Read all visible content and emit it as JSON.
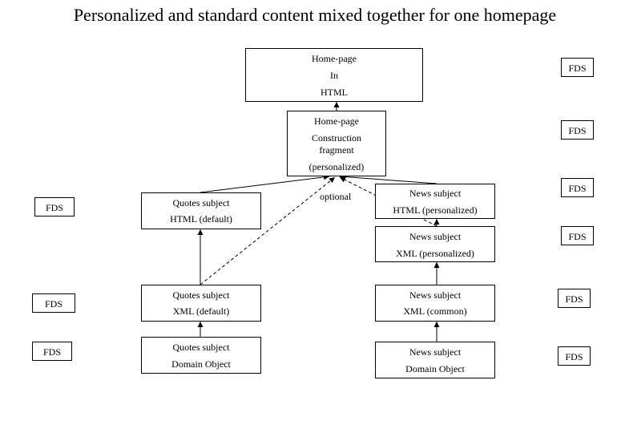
{
  "title": "Personalized and standard content mixed together for one homepage",
  "boxes": {
    "homepage_html": [
      "Home-page",
      "In",
      "HTML"
    ],
    "construction_fragment": [
      "Home-page",
      "Construction",
      "fragment",
      "(personalized)"
    ],
    "quotes_html": [
      "Quotes subject",
      "HTML (default)"
    ],
    "quotes_xml": [
      "Quotes subject",
      "XML (default)"
    ],
    "quotes_domain": [
      "Quotes subject",
      "Domain Object"
    ],
    "news_html": [
      "News subject",
      "HTML (personalized)"
    ],
    "news_xml_personalized": [
      "News subject",
      "XML (personalized)"
    ],
    "news_xml_common": [
      "News subject",
      "XML (common)"
    ],
    "news_domain": [
      "News subject",
      "Domain Object"
    ]
  },
  "optional_label": "optional",
  "fds_label": "FDS"
}
